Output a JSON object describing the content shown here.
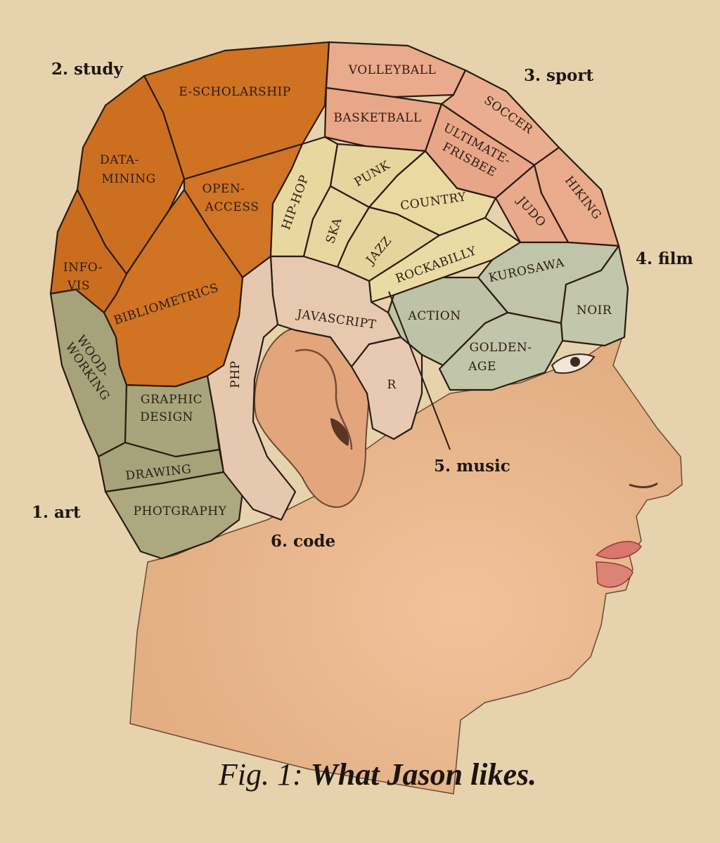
{
  "caption": {
    "prefix": "Fig. 1: ",
    "title": "What Jason likes."
  },
  "categories": {
    "art": "1. art",
    "study": "2. study",
    "sport": "3. sport",
    "film": "4. film",
    "music": "5. music",
    "code": "6. code"
  },
  "regions": {
    "study": [
      "E-SCHOLARSHIP",
      "DATA-",
      "MINING",
      "OPEN-",
      "ACCESS",
      "INFO-",
      "VIS",
      "BIBLIOMETRICS"
    ],
    "sport": [
      "VOLLEYBALL",
      "BASKETBALL",
      "SOCCER",
      "ULTIMATE-",
      "FRISBEE",
      "HIKING",
      "JUDO"
    ],
    "music": [
      "HIP-HOP",
      "PUNK",
      "COUNTRY",
      "SKA",
      "JAZZ",
      "ROCKABILLY"
    ],
    "film": [
      "KUROSAWA",
      "ACTION",
      "NOIR",
      "GOLDEN-",
      "AGE"
    ],
    "code": [
      "JAVASCRIPT",
      "PHP",
      "R"
    ],
    "art": [
      "WOOD-",
      "WORKING",
      "GRAPHIC",
      "DESIGN",
      "DRAWING",
      "PHOTGRAPHY"
    ]
  },
  "colors": {
    "paper": "#e6d3ae",
    "skin": "#ecbf94",
    "study": "#cf7222",
    "sport": "#eaaa8c",
    "music": "#e9d7a0",
    "film": "#c0c4a8",
    "code": "#e7c9b0",
    "art": "#a6a27a",
    "outline": "#2a1c12"
  }
}
